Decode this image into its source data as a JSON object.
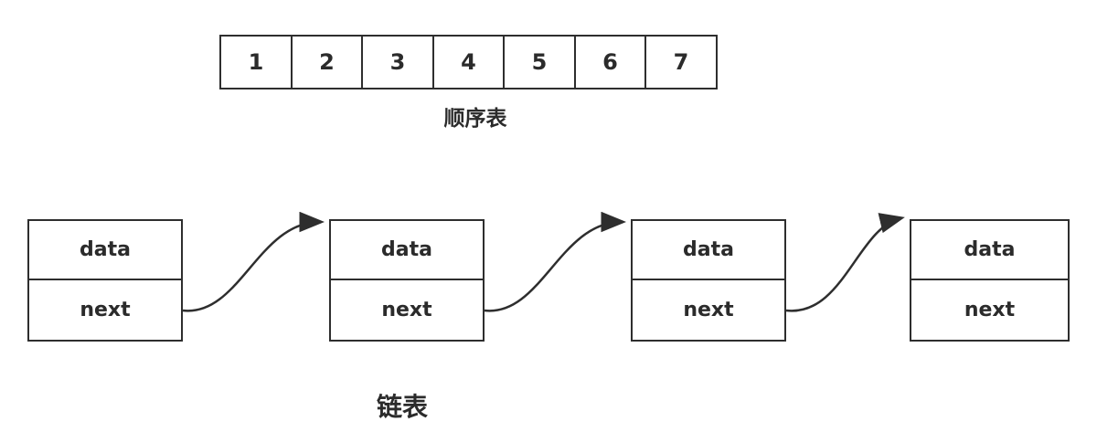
{
  "diagram": {
    "sequential_list": {
      "cells": [
        "1",
        "2",
        "3",
        "4",
        "5",
        "6",
        "7"
      ],
      "label": "顺序表"
    },
    "linked_list": {
      "nodes": [
        {
          "data": "data",
          "next": "next"
        },
        {
          "data": "data",
          "next": "next"
        },
        {
          "data": "data",
          "next": "next"
        },
        {
          "data": "data",
          "next": "next"
        }
      ],
      "label": "链表"
    },
    "colors": {
      "line": "#2e2e2e",
      "background": "#ffffff"
    }
  }
}
